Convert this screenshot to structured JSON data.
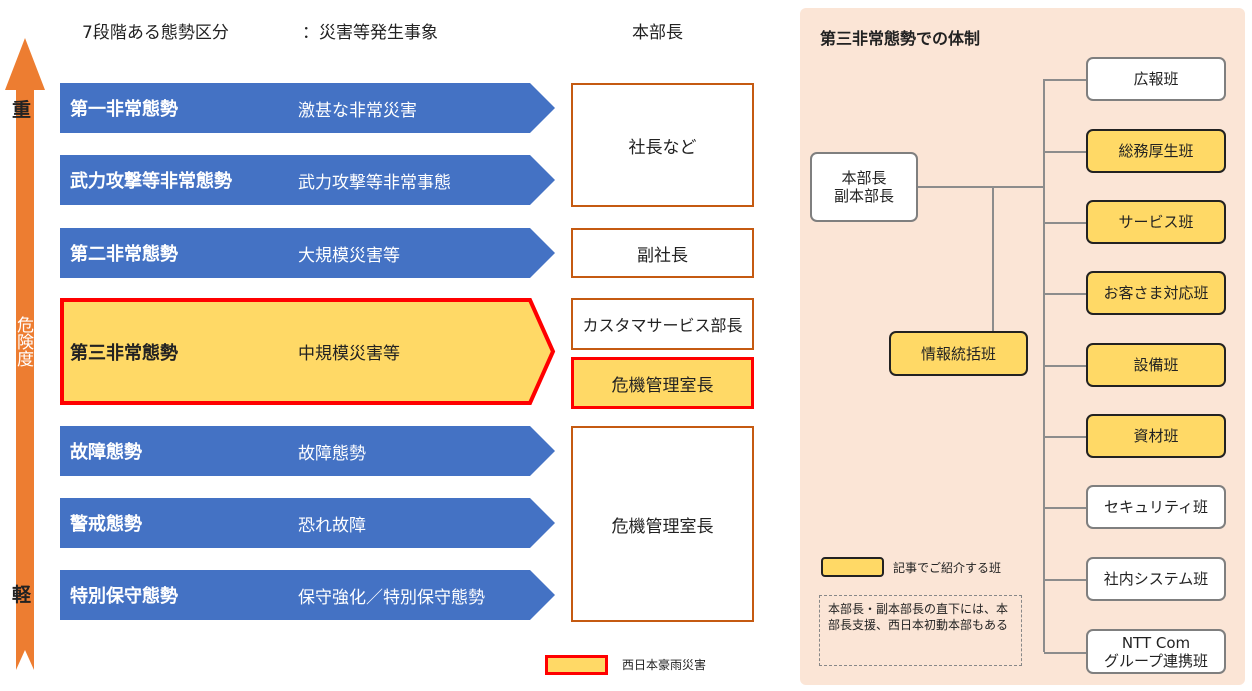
{
  "header": {
    "levels": "7段階ある態勢区分",
    "events": "：災害等発生事象",
    "chief": "本部長"
  },
  "scale": {
    "heavy": "重",
    "label": "危険度",
    "light": "軽"
  },
  "rows": [
    {
      "name": "第一非常態勢",
      "event": "激甚な非常災害"
    },
    {
      "name": "武力攻撃等非常態勢",
      "event": "武力攻撃等非常事態"
    },
    {
      "name": "第二非常態勢",
      "event": "大規模災害等"
    },
    {
      "name": "第三非常態勢",
      "event": "中規模災害等"
    },
    {
      "name": "故障態勢",
      "event": "故障態勢"
    },
    {
      "name": "警戒態勢",
      "event": "恐れ故障"
    },
    {
      "name": "特別保守態勢",
      "event": "保守強化／特別保守態勢"
    }
  ],
  "chiefs": [
    "社長など",
    "副社長",
    "カスタマサービス部長",
    "危機管理室長",
    "危機管理室長"
  ],
  "legend": {
    "highlight": "西日本豪雨災害"
  },
  "panel": {
    "title": "第三非常態勢での体制",
    "head": [
      "本部長",
      "副本部長"
    ],
    "info": "情報統括班",
    "teams": [
      "広報班",
      "総務厚生班",
      "サービス班",
      "お客さま対応班",
      "設備班",
      "資材班",
      "セキュリティ班",
      "社内システム班",
      "NTT Com\nグループ連携班"
    ],
    "legend": "記事でご紹介する班",
    "note": "本部長・副本部長の直下には、本部長支援、西日本初動本部もある"
  },
  "colors": {
    "blue": "#4472c4",
    "orange": "#ed7d31",
    "yellow": "#ffd966",
    "red": "#ff0000",
    "brown": "#c55a11",
    "panel": "#fbe5d6"
  }
}
